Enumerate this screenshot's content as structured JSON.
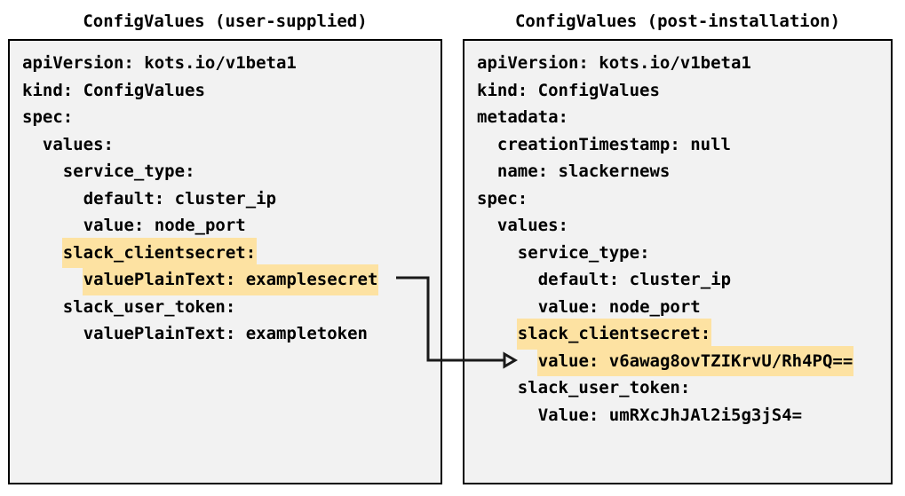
{
  "diagram": {
    "type": "two-panel-yaml-comparison",
    "background_color": "#ffffff",
    "panel_background_color": "#f2f2f2",
    "panel_border_color": "#000000",
    "highlight_color": "#fde2a2",
    "connector_color": "#1a1a1a",
    "connector_label": "maps-to-arrow"
  },
  "left_panel": {
    "title": "ConfigValues (user-supplied)",
    "lines": [
      {
        "indent": 0,
        "text": "apiVersion: kots.io/v1beta1",
        "highlight": false
      },
      {
        "indent": 0,
        "text": "kind: ConfigValues",
        "highlight": false
      },
      {
        "indent": 0,
        "text": "spec:",
        "highlight": false
      },
      {
        "indent": 1,
        "text": "values:",
        "highlight": false
      },
      {
        "indent": 2,
        "text": "service_type:",
        "highlight": false
      },
      {
        "indent": 3,
        "text": "default: cluster_ip",
        "highlight": false
      },
      {
        "indent": 3,
        "text": "value: node_port",
        "highlight": false
      },
      {
        "indent": 2,
        "text": "slack_clientsecret:",
        "highlight": true
      },
      {
        "indent": 3,
        "text": "valuePlainText: examplesecret",
        "highlight": true
      },
      {
        "indent": 2,
        "text": "slack_user_token:",
        "highlight": false
      },
      {
        "indent": 3,
        "text": "valuePlainText: exampletoken",
        "highlight": false
      }
    ]
  },
  "right_panel": {
    "title": "ConfigValues (post-installation)",
    "lines": [
      {
        "indent": 0,
        "text": "apiVersion: kots.io/v1beta1",
        "highlight": false
      },
      {
        "indent": 0,
        "text": "kind: ConfigValues",
        "highlight": false
      },
      {
        "indent": 0,
        "text": "metadata:",
        "highlight": false
      },
      {
        "indent": 1,
        "text": "creationTimestamp: null",
        "highlight": false
      },
      {
        "indent": 1,
        "text": "name: slackernews",
        "highlight": false
      },
      {
        "indent": 0,
        "text": "spec:",
        "highlight": false
      },
      {
        "indent": 1,
        "text": "values:",
        "highlight": false
      },
      {
        "indent": 2,
        "text": "service_type:",
        "highlight": false
      },
      {
        "indent": 3,
        "text": "default: cluster_ip",
        "highlight": false
      },
      {
        "indent": 3,
        "text": "value: node_port",
        "highlight": false
      },
      {
        "indent": 2,
        "text": "slack_clientsecret:",
        "highlight": true
      },
      {
        "indent": 3,
        "text": "value: v6awag8ovTZIKrvU/Rh4PQ==",
        "highlight": true
      },
      {
        "indent": 2,
        "text": "slack_user_token:",
        "highlight": false
      },
      {
        "indent": 3,
        "text": "Value: umRXcJhJAl2i5g3jS4=",
        "highlight": false
      }
    ]
  }
}
